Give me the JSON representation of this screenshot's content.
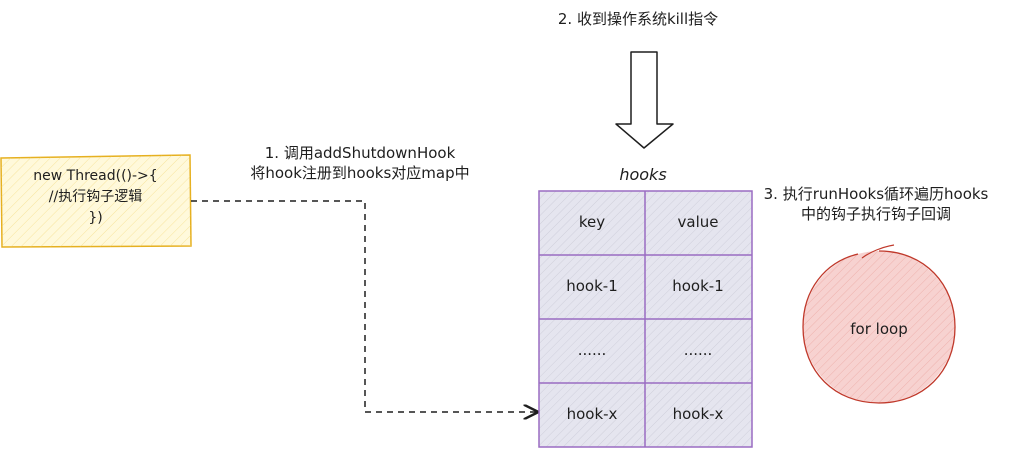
{
  "diagram": {
    "steps": {
      "step1_line1": "1. 调用addShutdownHook",
      "step1_line2": "将hook注册到hooks对应map中",
      "step2": "2. 收到操作系统kill指令",
      "step3_line1": "3. 执行runHooks循环遍历hooks",
      "step3_line2": "中的钩子执行钩子回调"
    },
    "thread_box": {
      "line1": "new Thread(()->{",
      "line2": "//执行钩子逻辑",
      "line3": "})"
    },
    "hooks_table": {
      "title": "hooks",
      "rows": [
        [
          "key",
          "value"
        ],
        [
          "hook-1",
          "hook-1"
        ],
        [
          "......",
          "......"
        ],
        [
          "hook-x",
          "hook-x"
        ]
      ]
    },
    "loop_circle": {
      "label": "for loop"
    },
    "colors": {
      "thread_fill": "#fff9db",
      "thread_stroke": "#e6b020",
      "table_fill": "#e5e5ef",
      "table_stroke": "#9a6cc2",
      "circle_fill": "#f7d2d0",
      "circle_stroke": "#c0392b",
      "arrow": "#1e1e1e"
    }
  }
}
